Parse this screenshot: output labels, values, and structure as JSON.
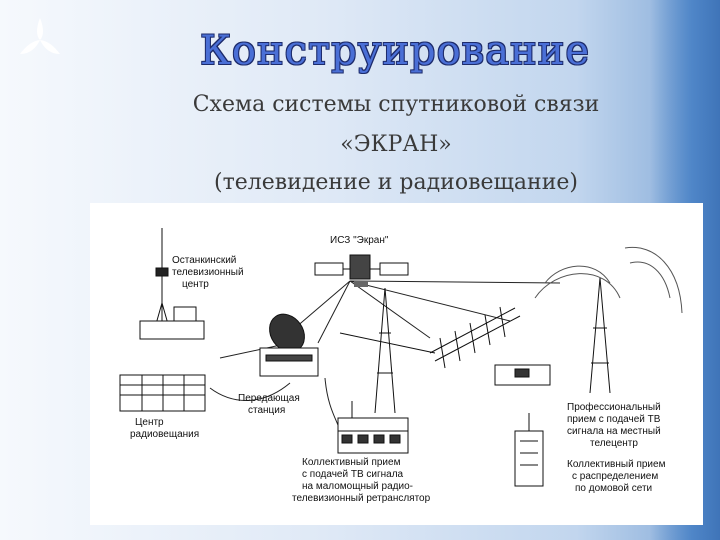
{
  "slide": {
    "title": "Конструирование",
    "subtitle_lines": [
      "Схема системы спутниковой связи",
      "«ЭКРАН»",
      "(телевидение и радиовещание)"
    ]
  },
  "diagram": {
    "satellite_label": "ИСЗ \"Экран\"",
    "ostankino_label": [
      "Останкинский",
      "телевизионный",
      "центр"
    ],
    "radio_center_label": [
      "Центр",
      "радиовещания"
    ],
    "uplink_label": [
      "Передающая",
      "станция"
    ],
    "collective_relay_label": [
      "Коллективный прием",
      "с подачей ТВ сигнала",
      "на маломощный радио-",
      "телевизионный ретранслятор"
    ],
    "professional_label": [
      "Профессиональный",
      "прием с подачей ТВ",
      "сигнала на местный",
      "телецентр"
    ],
    "collective_cable_label": [
      "Коллективный прием",
      "с распределением",
      "по домовой сети"
    ]
  },
  "colors": {
    "title": "#4a6fd6",
    "title_outline": "#1d2b6b",
    "subtitle": "#3a3a3a",
    "background_right": "#4f86c8"
  }
}
